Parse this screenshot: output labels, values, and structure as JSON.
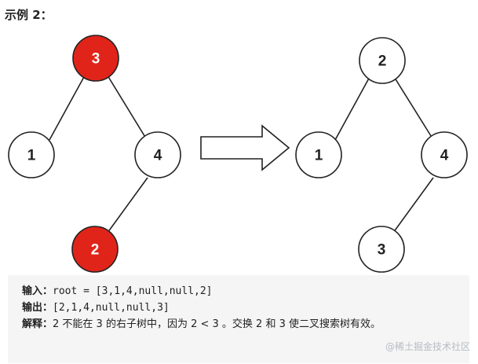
{
  "heading": "示例 2：",
  "colors": {
    "highlight_node": "#e1241a",
    "normal_node": "#ffffff",
    "edge": "#222222",
    "box_bg": "#f5f5f5"
  },
  "before_tree": {
    "nodes": [
      "3",
      "1",
      "4",
      "2"
    ],
    "highlighted": [
      "3",
      "2"
    ]
  },
  "after_tree": {
    "nodes": [
      "2",
      "1",
      "4",
      "3"
    ]
  },
  "arrow_icon": "right-arrow",
  "example": {
    "input_label": "输入：",
    "input_value": "root = [3,1,4,null,null,2]",
    "output_label": "输出：",
    "output_value": "[2,1,4,null,null,3]",
    "explain_label": "解释：",
    "explain_text": "2 不能在 3 的右子树中，因为 2 < 3 。交换 2 和 3 使二叉搜索树有效。"
  },
  "watermark": "@稀土掘金技术社区"
}
